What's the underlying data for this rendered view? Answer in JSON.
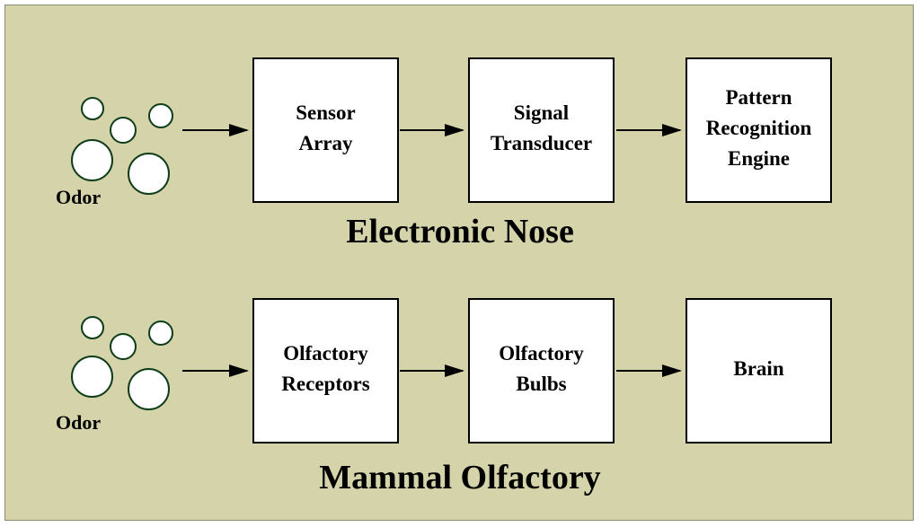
{
  "electronic_nose": {
    "odor_label": "Odor",
    "boxes": [
      {
        "label": "Sensor\nArray"
      },
      {
        "label": "Signal\nTransducer"
      },
      {
        "label": "Pattern\nRecognition\nEngine"
      }
    ],
    "title": "Electronic Nose"
  },
  "mammal_olfactory": {
    "odor_label": "Odor",
    "boxes": [
      {
        "label": "Olfactory\nReceptors"
      },
      {
        "label": "Olfactory\nBulbs"
      },
      {
        "label": "Brain"
      }
    ],
    "title": "Mammal Olfactory"
  },
  "colors": {
    "background": "#d4d3a9",
    "box_fill": "#ffffff",
    "bubble_stroke": "#0f3d1a"
  }
}
